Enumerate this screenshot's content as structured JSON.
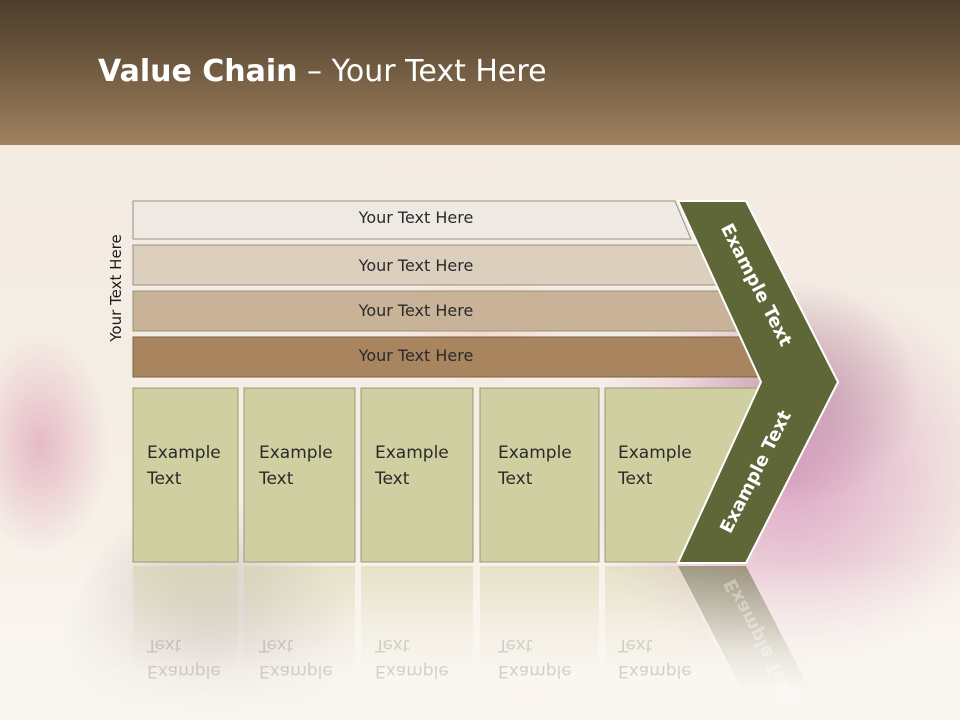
{
  "title": {
    "bold": "Value Chain",
    "rest": " – Your Text Here"
  },
  "side_label": "Your Text Here",
  "bars": [
    {
      "label": "Your Text Here",
      "color": "#efe9e4"
    },
    {
      "label": "Your Text Here",
      "color": "#dccfbe"
    },
    {
      "label": "Your Text Here",
      "color": "#c9b398"
    },
    {
      "label": "Your Text Here",
      "color": "#a8845f"
    }
  ],
  "cards": [
    {
      "line1": "Example",
      "line2": "Text"
    },
    {
      "line1": "Example",
      "line2": "Text"
    },
    {
      "line1": "Example",
      "line2": "Text"
    },
    {
      "line1": "Example",
      "line2": "Text"
    },
    {
      "line1": "Example",
      "line2": "Text"
    }
  ],
  "chevron": {
    "upper": "Example Text",
    "lower": "Example Text",
    "color": "#5f6638"
  },
  "colors": {
    "header": "#6f5a40",
    "card": "#cfcfa1"
  }
}
